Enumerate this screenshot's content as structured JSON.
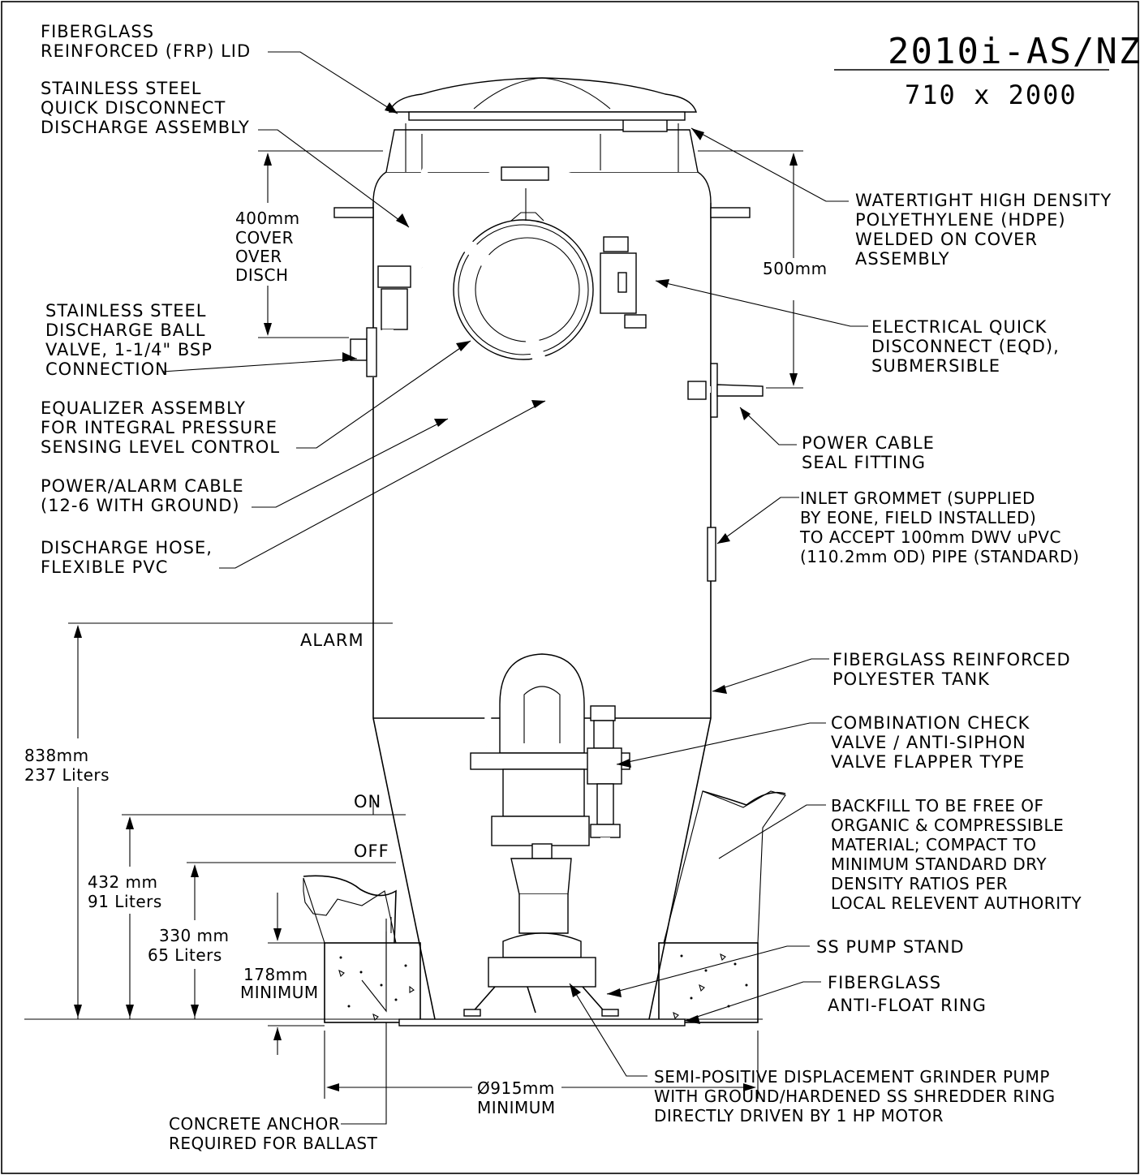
{
  "title": {
    "model": "2010i-AS/NZ",
    "size": "710 x 2000"
  },
  "callouts": {
    "frp_lid": [
      "FIBERGLASS",
      "REINFORCED (FRP) LID"
    ],
    "ss_quick_disconnect": [
      "STAINLESS STEEL",
      "QUICK DISCONNECT",
      "DISCHARGE ASSEMBLY"
    ],
    "ball_valve": [
      "STAINLESS STEEL",
      "DISCHARGE BALL",
      "VALVE, 1-1/4\" BSP",
      "CONNECTION"
    ],
    "equalizer": [
      "EQUALIZER ASSEMBLY",
      "FOR INTEGRAL PRESSURE",
      "SENSING LEVEL CONTROL"
    ],
    "power_alarm_cable": [
      "POWER/ALARM CABLE",
      "(12-6 WITH GROUND)"
    ],
    "discharge_hose": [
      "DISCHARGE HOSE,",
      "FLEXIBLE PVC"
    ],
    "hdpe_cover": [
      "WATERTIGHT HIGH DENSITY",
      "POLYETHYLENE (HDPE)",
      "WELDED ON COVER",
      "ASSEMBLY"
    ],
    "eqd": [
      "ELECTRICAL QUICK",
      "DISCONNECT (EQD),",
      "SUBMERSIBLE"
    ],
    "power_cable_seal": [
      "POWER CABLE",
      "SEAL FITTING"
    ],
    "inlet_grommet": [
      "INLET GROMMET (SUPPLIED",
      "BY EONE, FIELD INSTALLED)",
      "TO ACCEPT 100mm DWV uPVC",
      "(110.2mm OD) PIPE (STANDARD)"
    ],
    "frp_tank": [
      "FIBERGLASS REINFORCED",
      "POLYESTER TANK"
    ],
    "check_valve": [
      "COMBINATION CHECK",
      "VALVE / ANTI-SIPHON",
      "VALVE FLAPPER TYPE"
    ],
    "backfill": [
      "BACKFILL TO BE FREE OF",
      "ORGANIC & COMPRESSIBLE",
      "MATERIAL; COMPACT TO",
      "MINIMUM STANDARD DRY",
      "DENSITY RATIOS PER",
      "LOCAL RELEVENT AUTHORITY"
    ],
    "pump_stand": [
      "SS PUMP STAND"
    ],
    "anti_float": [
      "FIBERGLASS",
      "ANTI-FLOAT RING"
    ],
    "grinder_pump": [
      "SEMI-POSITIVE DISPLACEMENT GRINDER PUMP",
      "WITH GROUND/HARDENED SS SHREDDER RING",
      "DIRECTLY DRIVEN BY 1 HP MOTOR"
    ],
    "concrete_anchor": [
      "CONCRETE ANCHOR",
      "REQUIRED FOR BALLAST"
    ]
  },
  "levels": {
    "alarm": "ALARM",
    "on": "ON",
    "off": "OFF"
  },
  "dimensions": {
    "cover_over_disch": [
      "400mm",
      "COVER",
      "OVER",
      "DISCH"
    ],
    "cover_height": "500mm",
    "alarm_height": [
      "838mm",
      "237 Liters"
    ],
    "on_height": [
      "432 mm",
      "91 Liters"
    ],
    "off_height": [
      "330 mm",
      "65 Liters"
    ],
    "concrete_min": [
      "178mm",
      "MINIMUM"
    ],
    "diameter": [
      "Ø915mm",
      "MINIMUM"
    ]
  }
}
